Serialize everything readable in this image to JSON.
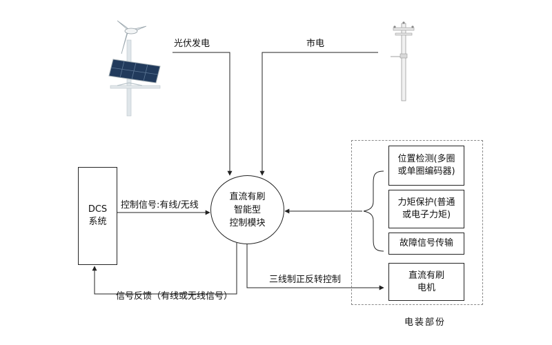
{
  "sources": {
    "pv_label": "光伏发电",
    "grid_label": "市电"
  },
  "dcs": {
    "line1": "DCS",
    "line2": "系统"
  },
  "control_module": {
    "line1": "直流有刷",
    "line2": "智能型",
    "line3": "控制模块"
  },
  "connections": {
    "control_signal": "控制信号:有线/无线",
    "feedback": "信号反馈（有线或无线信号）",
    "three_wire": "三线制正反转控制"
  },
  "electrical_part": {
    "caption": "电装部份",
    "position_detect_line1": "位置检测(多圈",
    "position_detect_line2": "或单圈编码器)",
    "torque_line1": "力矩保护(普通",
    "torque_line2": "或电子力矩)",
    "fault_signal": "故障信号传输",
    "motor_line1": "直流有刷",
    "motor_line2": "电机"
  },
  "icons": [
    "wind-solar-tower-icon",
    "utility-pole-icon"
  ]
}
